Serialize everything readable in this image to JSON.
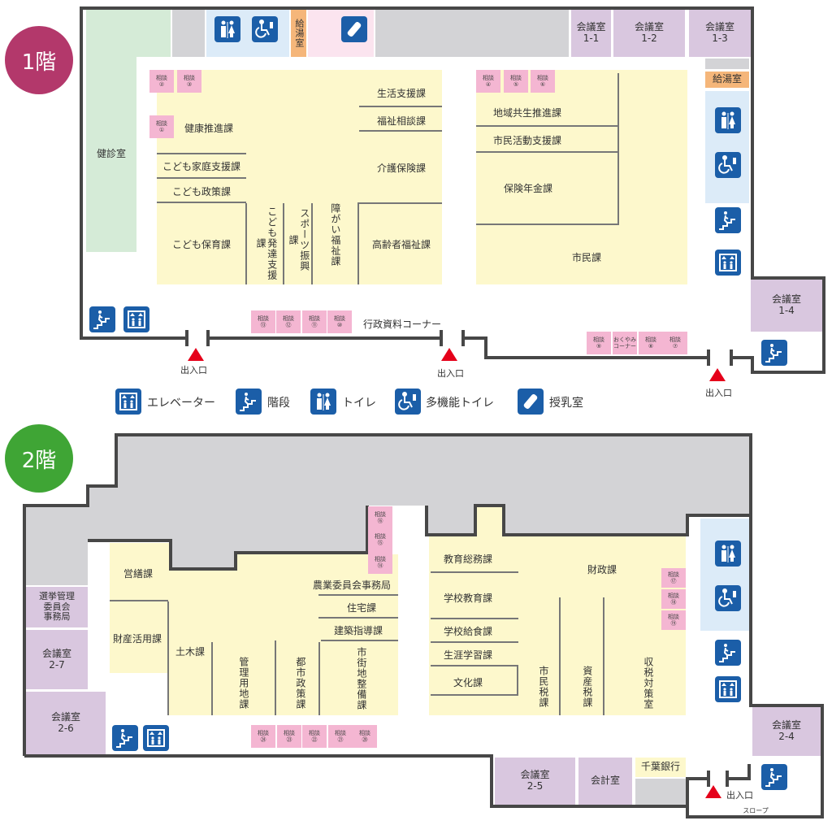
{
  "f1": {
    "badge": "1階",
    "badge_color": "#b3386b",
    "kenshin": "健診室",
    "kyuto": "給湯室",
    "kyuto2": "給湯室",
    "kaigi11": "会議室\n1-1",
    "kaigi12": "会議室\n1-2",
    "kaigi13": "会議室\n1-3",
    "kaigi14": "会議室\n1-4",
    "kenko": "健康推進課",
    "kodomo_katei": "こども家庭支援課",
    "kodomo_seisaku": "こども政策課",
    "kodomo_hoiku": "こども保育課",
    "kodomo_hattatsu": "こども発達支援課",
    "sports": "スポーツ振興課",
    "shogai": "障がい福祉課",
    "seikatsu": "生活支援課",
    "fukushi": "福祉相談課",
    "kaigo": "介護保険課",
    "koreisha": "高齢者福祉課",
    "chiiki": "地域共生推進課",
    "shimin_katsudo": "市民活動支援課",
    "hoken": "保険年金課",
    "shimin": "市民課",
    "gyosei": "行政資料コーナー",
    "okuyami": "おくやみ\nコーナー",
    "entrance": "出入口",
    "consult": [
      "相談\n①",
      "相談\n②",
      "相談\n③",
      "相談\n④",
      "相談\n⑤",
      "相談\n⑥",
      "相談\n⑦",
      "相談\n⑧",
      "相談\n⑨",
      "相談\n⑩",
      "相談\n⑪",
      "相談\n⑫",
      "相談\n⑬"
    ]
  },
  "legend": {
    "elevator": "エレベーター",
    "stairs": "階段",
    "toilet": "トイレ",
    "accessible": "多機能トイレ",
    "nursing": "授乳室"
  },
  "f2": {
    "badge": "2階",
    "badge_color": "#3fa535",
    "eizen": "営繕課",
    "zaisan": "財産活用課",
    "doboku": "土木課",
    "kanri": "管理用地課",
    "toshi": "都市政策課",
    "shigaichi": "市街地整備課",
    "nogyo": "農業委員会事務局",
    "jutaku": "住宅課",
    "kenchiku": "建築指導課",
    "kyoiku_somu": "教育総務課",
    "gakko_kyoiku": "学校教育課",
    "gakko_kyushoku": "学校給食課",
    "shogai_gakushu": "生涯学習課",
    "bunka": "文化課",
    "zaisei": "財政課",
    "shiminzei": "市民税課",
    "shisanzei": "資産税課",
    "shuzei": "収税対策室",
    "senkyo": "選挙管理\n委員会\n事務局",
    "kaigi27": "会議室\n2-7",
    "kaigi26": "会議室\n2-6",
    "kaigi24": "会議室\n2-4",
    "kaigi25": "会議室\n2-5",
    "kaikei": "会計室",
    "bank": "千葉銀行",
    "entrance": "出入口",
    "slope": "スロープ",
    "consult": [
      "相談\n⑭",
      "相談\n⑮",
      "相談\n⑯",
      "相談\n⑰",
      "相談\n⑱",
      "相談\n⑲",
      "相談\n⑳",
      "相談\n㉑",
      "相談\n㉒",
      "相談\n㉓",
      "相談\n㉔"
    ]
  }
}
